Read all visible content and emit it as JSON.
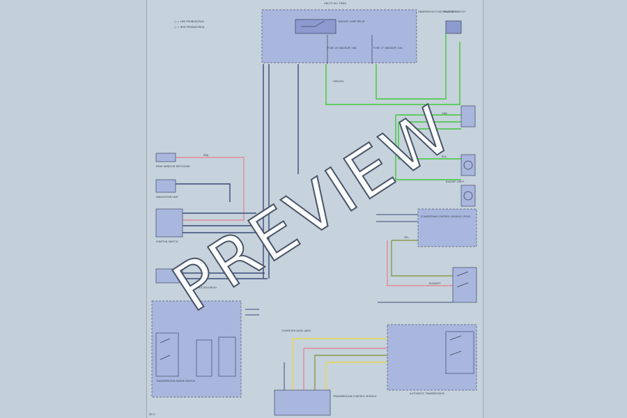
{
  "labels": {
    "legend_1": "▢ = LHD PROBADOR(A)",
    "legend_2": "▢ = RHD PROBADOR(A)",
    "top_center": "UNCUT ALL TIMES",
    "relay": "BACKUP LAMP RELAY",
    "fuse_center": "UNDERHOOD FUSE/RELAY BOX",
    "fuse_a": "FUSE 16 (BACKUP) 10A",
    "fuse_b": "FUSE 17 (BACKUP) 10A",
    "backup_switch": "BACKUP SWITCH",
    "wire_pnk": "PNK",
    "wire_yel": "YEL",
    "wire_grn": "GRN",
    "wire_blk": "BLK",
    "wire_grnyel": "GRN/YEL",
    "wire_blkwht": "BLK/WHT",
    "rear_window": "REAR WINDOW DEFOGGER",
    "nav": "NAVIGATION UNIT",
    "backup_light_left": "BACKUP LIGHT",
    "backup_light_right": "BACKUP LIGHT",
    "transmission_range": "TRANSMISSION RANGE SWITCH",
    "pcm": "POWERTRAIN CONTROL MODULE (PCM)",
    "ignition_switch": "IGNITION SWITCH",
    "shift_lock": "SHIFT LOCK SOLENOID",
    "computer_data": "COMPUTER DATA LINES",
    "trans_control": "TRANSMISSION CONTROL MODULE",
    "auto_trans": "AUTOMATIC TRANSMISSION",
    "page_ref": "6271",
    "preview": "PREVIEW"
  },
  "colors": {
    "sheet": "#c6d2dc",
    "background": "#c3cfd8",
    "box_fill": "#a9b6de",
    "wire_navy": "#3a4a78",
    "wire_pink": "#e08a9c",
    "wire_green": "#3ec83a",
    "wire_yellow": "#e8d84a",
    "wire_olive": "#8a9a4a"
  },
  "icons": [
    "bulb-icon",
    "switch-icon",
    "relay-icon",
    "ground-icon"
  ]
}
